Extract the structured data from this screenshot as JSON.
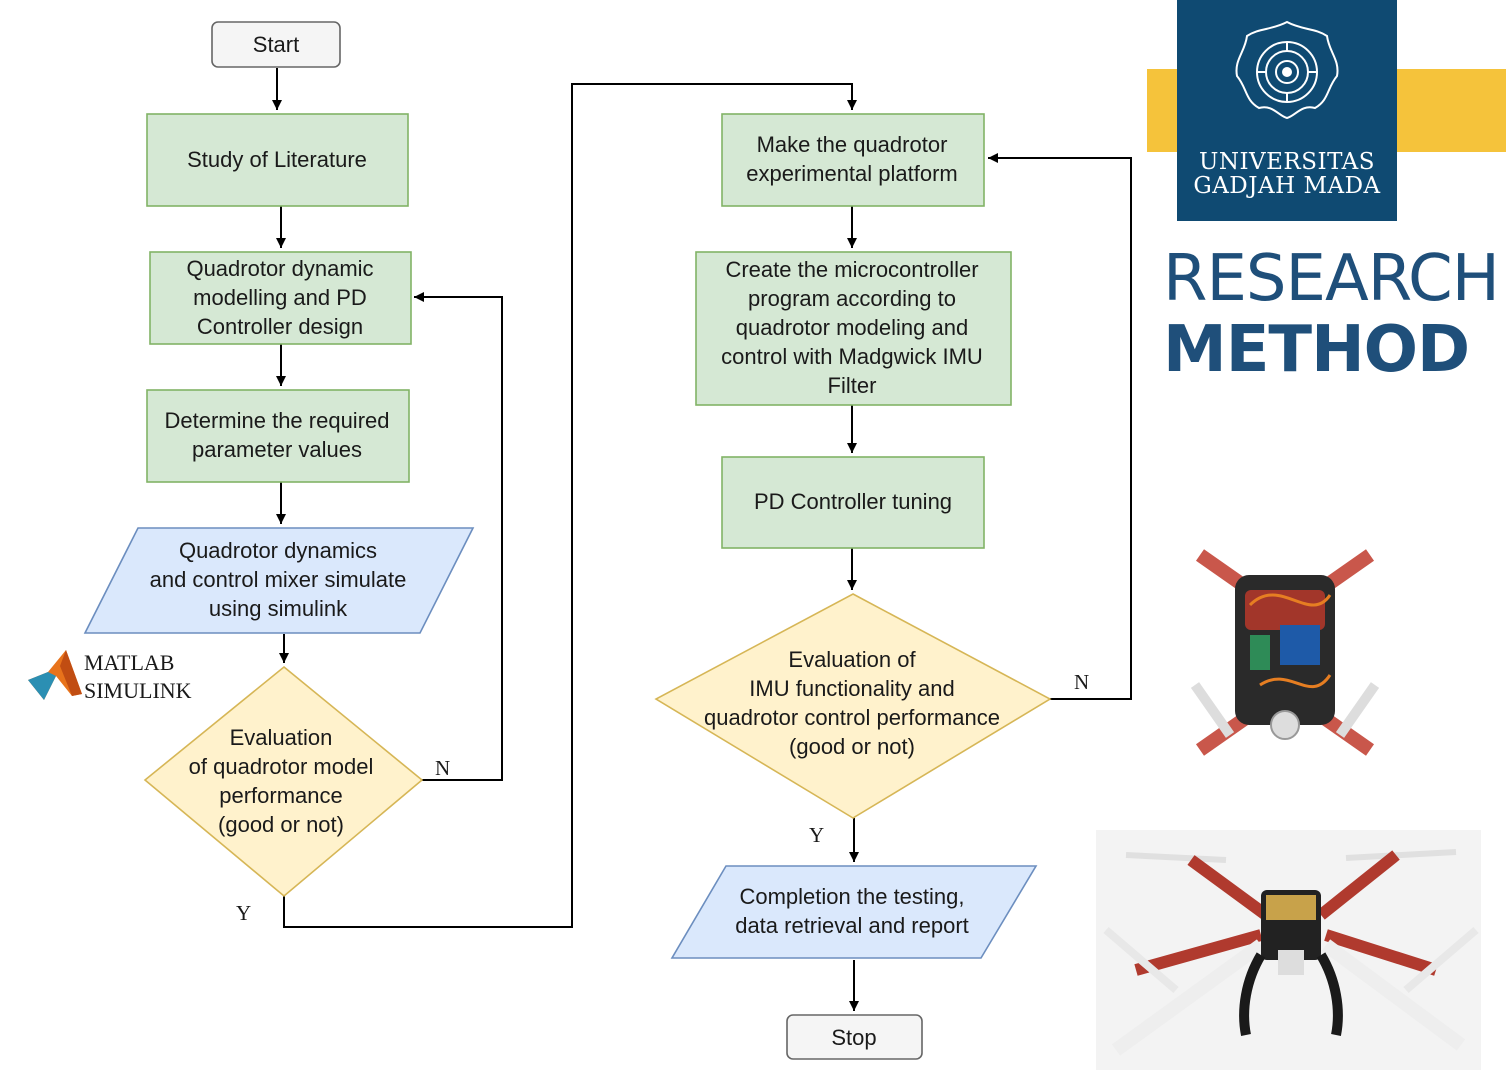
{
  "nodes": {
    "start": "Start",
    "study": "Study of Literature",
    "modelling": [
      "Quadrotor dynamic",
      "modelling and PD",
      "Controller design"
    ],
    "parameters": [
      "Determine the required",
      "parameter values"
    ],
    "simulate": [
      "Quadrotor dynamics",
      "and control mixer simulate",
      "using simulink"
    ],
    "eval_model": [
      "Evaluation",
      "of quadrotor model",
      "performance",
      "(good or not)"
    ],
    "make_platform": [
      "Make the quadrotor",
      "experimental platform"
    ],
    "microcontroller": [
      "Create the microcontroller",
      "program according to",
      "quadrotor modeling and",
      "control with Madgwick IMU",
      "Filter"
    ],
    "tuning": "PD Controller tuning",
    "eval_imu": [
      "Evaluation of",
      "IMU functionality and",
      "quadrotor control performance",
      "(good or not)"
    ],
    "completion": [
      "Completion the testing,",
      "data retrieval and report"
    ],
    "stop": "Stop"
  },
  "edge_labels": {
    "eval_model_no": "N",
    "eval_model_yes": "Y",
    "eval_imu_no": "N",
    "eval_imu_yes": "Y"
  },
  "matlab_logo": {
    "line1": "MATLAB",
    "line2": "SIMULINK"
  },
  "university": {
    "line1": "UNIVERSITAS",
    "line2": "GADJAH MADA"
  },
  "heading": {
    "line1": "RESEARCH",
    "line2": "METHOD"
  },
  "colors": {
    "process_fill": "#d5e8d4",
    "process_stroke": "#82b366",
    "io_fill": "#dae8fc",
    "io_stroke": "#6c8ebf",
    "decision_fill": "#fff2cc",
    "decision_stroke": "#d6b656",
    "terminal_fill": "#f5f5f5",
    "terminal_stroke": "#666666",
    "ugm_blue": "#0f4a72",
    "ugm_gold": "#f5c33b",
    "heading": "#1f4f7a"
  }
}
